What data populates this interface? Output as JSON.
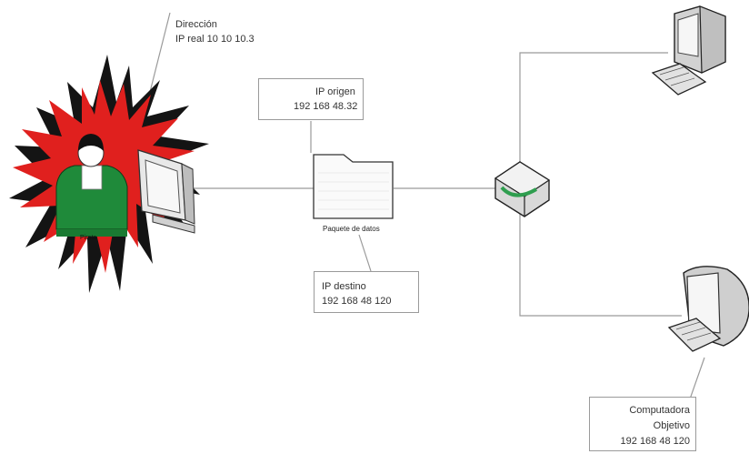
{
  "attacker": {
    "address_label": "Dirección",
    "real_ip": "IP real 10 10 10.3",
    "name": "Pirata"
  },
  "packet": {
    "label": "Paquete de datos"
  },
  "origin": {
    "label": "IP origen",
    "value": "192 168 48.32"
  },
  "destination": {
    "label": "IP destino",
    "value": "192 168 48 120"
  },
  "target": {
    "line1": "Computadora",
    "line2": "Objetivo",
    "ip": "192 168 48 120"
  },
  "colors": {
    "burst_red": "#e0201e",
    "burst_black": "#141414",
    "person_green": "#1f8a3a",
    "router_green": "#2f9e4f",
    "line_gray": "#9a9a9a"
  }
}
